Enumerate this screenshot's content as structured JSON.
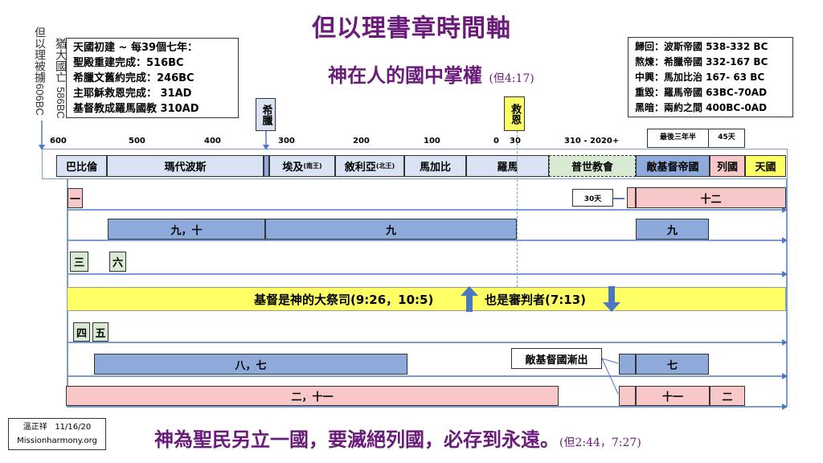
{
  "title": "但以理書章時間軸",
  "subtitle": "神在人的國中掌權",
  "subtitle_ref": "(但4:17)",
  "left_vertical": [
    {
      "text": "但以理被擄",
      "year": "606BC"
    },
    {
      "text": "猶大國亡",
      "year": "586BC"
    }
  ],
  "left_box": [
    "天國初建 ~ 每39個七年：",
    "聖殿重建完成：516BC",
    "希臘文舊約完成：246BC",
    "主耶穌救恩完成： 31AD",
    "基督教成羅馬國教 310AD"
  ],
  "right_box": [
    "歸回：波斯帝國 538-332 BC",
    "熬煉：希臘帝國 332-167 BC",
    "中興：馬加比治 167- 63 BC",
    "重毀：羅馬帝國 63BC-70AD",
    "黑暗：兩約之間 400BC-0AD"
  ],
  "markers": {
    "greece": "希臘",
    "salvation": "救恩",
    "last_half": "最後三年半",
    "days45": "45天",
    "days30": "30天"
  },
  "ticks": [
    "600",
    "500",
    "400",
    "300",
    "200",
    "100",
    "0",
    "30",
    "310 - 2020+"
  ],
  "periods": [
    "巴比倫",
    "瑪代波斯",
    "埃及",
    "(南王)",
    "敘利亞",
    "(北王)",
    "馬加比",
    "羅馬",
    "普世教會",
    "敵基督帝國",
    "列國",
    "天國"
  ],
  "rows": {
    "r1": [
      "一",
      "十二"
    ],
    "r2": [
      "九，十",
      "九",
      "九"
    ],
    "r3": [
      "三",
      "六"
    ],
    "band": {
      "left": "基督是神的大祭司(9:26，10:5)",
      "right": "也是審判者(7:13)"
    },
    "r5": [
      "四",
      "五"
    ],
    "r6": [
      "八，七",
      "七"
    ],
    "callout": "敵基督國漸出",
    "r7": [
      "二，十一",
      "十一",
      "二"
    ]
  },
  "footer": {
    "author": "溫正祥",
    "date": "11/16/20",
    "site": "Missionharmony.org",
    "slogan": "神為聖民另立一國，要滅絕列國，必存到永遠。",
    "slogan_ref": "(但2:44，7:27)"
  },
  "colors": {
    "title": "#6a1b7a",
    "blue": "#8eaadb",
    "pink": "#f8c8c8",
    "yellow": "#ffff66",
    "green": "#d9ead3"
  }
}
